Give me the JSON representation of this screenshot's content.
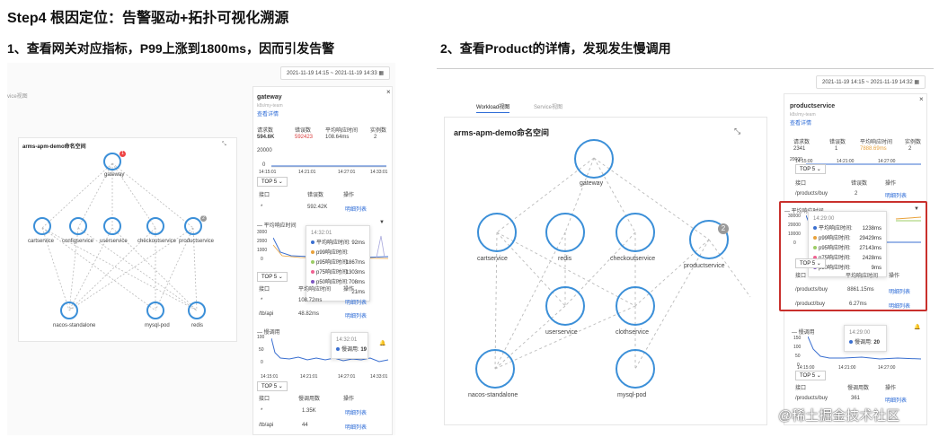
{
  "title": "Step4 根因定位：告警驱动+拓扑可视化溯源",
  "left": {
    "subtitle": "1、查看网关对应指标，P99上涨到1800ms，因而引发告警",
    "date_range": "2021-11-19 14:15 ~ 2021-11-19 14:33",
    "tab_partial": "vice视图",
    "namespace": "arms-apm-demo命名空间",
    "nodes": {
      "gateway": "gateway",
      "badge": "1",
      "cartservice": "cartservice",
      "configservice": "configservice",
      "userservice": "userservice",
      "checkoutservice": "checkoutservice",
      "productservice": "productservice",
      "badge2": "2",
      "nacos": "nacos-standalone",
      "mysql": "mysql-pod",
      "redis": "redis"
    },
    "panel": {
      "name": "gateway",
      "ns": "k8s/my-team",
      "detail_link": "查看详情",
      "metric_headers": [
        "请求数",
        "错误数",
        "平均响应时间",
        "实例数"
      ],
      "metric_values": [
        "594.6K",
        "592423",
        "108.64ms",
        "2"
      ],
      "y_max": "20000",
      "y_zero": "0",
      "x_ticks": [
        "14:15:01",
        "14:21:01",
        "14:27:01",
        "14:33:01"
      ],
      "top_select": "TOP 5",
      "table_headers": [
        "接口",
        "错误数",
        "操作"
      ],
      "row1": [
        "*",
        "592.42K",
        "明细列表"
      ],
      "section2_title": "平均响应时间",
      "y2": [
        "3000",
        "2000",
        "1000",
        "0"
      ],
      "tip_time": "14:32:01",
      "tip_rows": [
        {
          "label": "平均响应时间:",
          "value": "92ms"
        },
        {
          "label": "p99响应时间:",
          "value": "1867ms"
        },
        {
          "label": "p95响应时间:",
          "value": "1303ms"
        },
        {
          "label": "p75响应时间:",
          "value": "708ms"
        },
        {
          "label": "p50响应时间:",
          "value": "21ms"
        }
      ],
      "top_select2": "TOP 5",
      "table2_headers": [
        "接口",
        "平均响应时间",
        "操作"
      ],
      "row2a": [
        "*",
        "108.72ms",
        "明细列表"
      ],
      "row2b": [
        "/tb/api",
        "48.82ms",
        "明细列表"
      ],
      "section3_title": "慢调用",
      "y3": [
        "100",
        "50",
        "0"
      ],
      "tip3_time": "14:32:01",
      "tip3_label": "慢调用:",
      "tip3_value": "19",
      "x3_ticks": [
        "14:15:01",
        "14:21:01",
        "14:27:01",
        "14:33:01"
      ],
      "top_select3": "TOP 5",
      "table3_headers": [
        "接口",
        "慢调用数",
        "操作"
      ],
      "row3a": [
        "*",
        "1.35K",
        "明细列表"
      ],
      "row3b": [
        "/tb/api",
        "44",
        "明细列表"
      ]
    }
  },
  "right": {
    "subtitle": "2、查看Product的详情，发现发生慢调用",
    "date_range": "2021-11-19 14:15 ~ 2021-11-19 14:32",
    "tab_workload": "Workload视图",
    "tab_service": "Service视图",
    "namespace": "arms-apm-demo命名空间",
    "nodes": {
      "gateway": "gateway",
      "cartservice": "cartservice",
      "redis": "redis",
      "checkoutservice": "checkoutservice",
      "productservice": "productservice",
      "badge": "2",
      "userservice": "userservice",
      "clothservice": "clothservice",
      "nacos": "nacos-standalone",
      "mysql": "mysql-pod"
    },
    "panel": {
      "name": "productservice",
      "ns": "k8s/my-team",
      "detail_link": "查看详情",
      "metric_headers": [
        "请求数",
        "错误数",
        "平均响应时间",
        "实例数"
      ],
      "metric_values": [
        "2341",
        "1",
        "7888.69ms",
        "2"
      ],
      "y_max": "20000",
      "x_ticks": [
        "14:15:00",
        "14:21:00",
        "14:27:00"
      ],
      "top_select": "TOP 5",
      "table_headers": [
        "接口",
        "错误数",
        "操作"
      ],
      "row1": [
        "/products/buy",
        "2",
        "明细列表"
      ],
      "section2_title": "平均响应时间",
      "y2": [
        "30000",
        "20000",
        "10000",
        "0"
      ],
      "tip_time": "14:29:00",
      "tip_rows": [
        {
          "label": "平均响应时间:",
          "value": "1238ms"
        },
        {
          "label": "p99响应时间:",
          "value": "29429ms"
        },
        {
          "label": "p95响应时间:",
          "value": "27143ms"
        },
        {
          "label": "p75响应时间:",
          "value": "2428ms"
        },
        {
          "label": "p50响应时间:",
          "value": "9ms"
        }
      ],
      "top_select2": "TOP 5",
      "table2_headers": [
        "接口",
        "平均响应时间",
        "操作"
      ],
      "row2a": [
        "/products/buy",
        "8861.15ms",
        "明细列表"
      ],
      "row2b": [
        "/product/buy",
        "6.27ms",
        "明细列表"
      ],
      "section3_title": "慢调用",
      "y3": [
        "150",
        "100",
        "50",
        "0"
      ],
      "tip3_time": "14:29:00",
      "tip3_label": "慢调用:",
      "tip3_value": "20",
      "x3_ticks": [
        "14:15:00",
        "14:21:00",
        "14:27:00"
      ],
      "top_select3": "TOP 5",
      "table3_headers": [
        "接口",
        "慢调用数",
        "操作"
      ],
      "row3a": [
        "/products/buy",
        "361",
        "明细列表"
      ]
    }
  },
  "watermark": "@稀土掘金技术社区",
  "colors": {
    "node_blue": "#3b8fd8",
    "alert_red": "#c9302c",
    "series_blue": "#3a6fd0"
  }
}
